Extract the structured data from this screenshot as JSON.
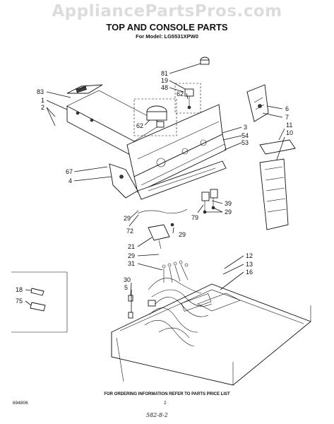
{
  "header": {
    "watermark": "AppliancePartsPros.com",
    "title": "TOP AND CONSOLE PARTS",
    "model_line": "For Model: LG5531XPW0"
  },
  "callouts": [
    {
      "id": "81",
      "label": "81"
    },
    {
      "id": "19",
      "label": "19"
    },
    {
      "id": "48",
      "label": "48"
    },
    {
      "id": "62a",
      "label": "62"
    },
    {
      "id": "62b",
      "label": "62"
    },
    {
      "id": "83",
      "label": "83"
    },
    {
      "id": "1",
      "label": "1"
    },
    {
      "id": "2",
      "label": "2"
    },
    {
      "id": "6",
      "label": "6"
    },
    {
      "id": "7",
      "label": "7"
    },
    {
      "id": "3",
      "label": "3"
    },
    {
      "id": "54",
      "label": "54"
    },
    {
      "id": "53",
      "label": "53"
    },
    {
      "id": "11",
      "label": "11"
    },
    {
      "id": "10",
      "label": "10"
    },
    {
      "id": "67",
      "label": "67"
    },
    {
      "id": "4",
      "label": "4"
    },
    {
      "id": "39",
      "label": "39"
    },
    {
      "id": "29a",
      "label": "29"
    },
    {
      "id": "29b",
      "label": "29"
    },
    {
      "id": "29c",
      "label": "29"
    },
    {
      "id": "29d",
      "label": "29"
    },
    {
      "id": "79",
      "label": "79"
    },
    {
      "id": "72",
      "label": "72"
    },
    {
      "id": "21",
      "label": "21"
    },
    {
      "id": "31",
      "label": "31"
    },
    {
      "id": "30",
      "label": "30"
    },
    {
      "id": "5",
      "label": "5"
    },
    {
      "id": "12",
      "label": "12"
    },
    {
      "id": "13",
      "label": "13"
    },
    {
      "id": "16",
      "label": "16"
    },
    {
      "id": "18",
      "label": "18"
    },
    {
      "id": "75",
      "label": "75"
    }
  ],
  "footer": {
    "ordering_note": "FOR ORDERING INFORMATION REFER TO PARTS PRICE LIST",
    "doc_number": "694806",
    "page_number": "2",
    "handwritten_note": "582-8-2"
  }
}
